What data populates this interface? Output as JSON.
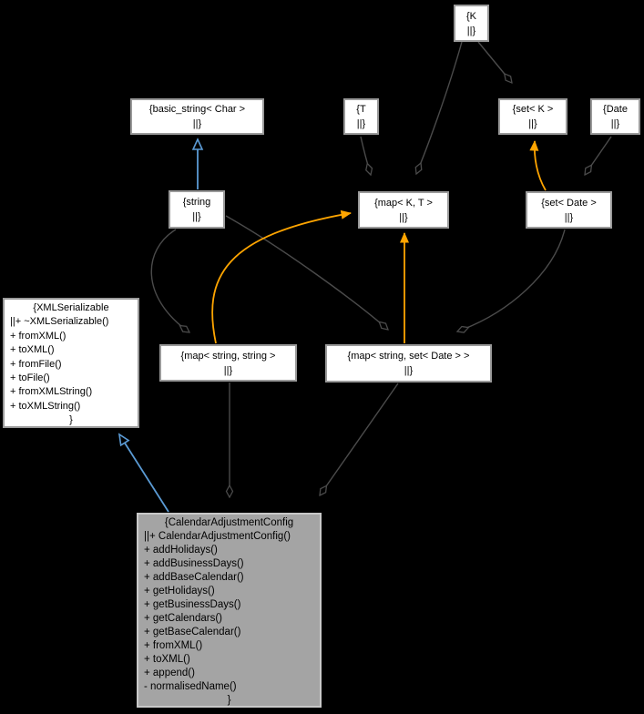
{
  "diagram": {
    "kind": "collaboration-graph",
    "colors": {
      "background": "#000000",
      "node_fill": "#ffffff",
      "node_border": "#9a9a9a",
      "main_node_fill": "#a4a4a4",
      "main_node_border": "#c8c8c8",
      "text": "#000000",
      "usage_edge": "#4b4b4b",
      "template_instantiation_edge": "#ffa500",
      "inheritance_edge": "#5b9bd5"
    },
    "nodes": {
      "k": {
        "label": "K",
        "lines": [
          "{K",
          "||}"
        ]
      },
      "basic_string": {
        "label": "basic_string< Char >",
        "lines": [
          "{basic_string< Char >",
          "||}"
        ]
      },
      "t": {
        "label": "T",
        "lines": [
          "{T",
          "||}"
        ]
      },
      "set_k": {
        "label": "set< K >",
        "lines": [
          "{set< K >",
          "||}"
        ]
      },
      "date": {
        "label": "Date",
        "lines": [
          "{Date",
          "||}"
        ]
      },
      "string": {
        "label": "string",
        "lines": [
          "{string",
          "||}"
        ]
      },
      "map_kt": {
        "label": "map< K, T >",
        "lines": [
          "{map< K, T >",
          "||}"
        ]
      },
      "set_date": {
        "label": "set< Date >",
        "lines": [
          "{set< Date >",
          "||}"
        ]
      },
      "xml": {
        "label": "XMLSerializable",
        "lines": [
          "{XMLSerializable",
          "||+ ~XMLSerializable()",
          "+ fromXML()",
          "+ toXML()",
          "+ fromFile()",
          "+ toFile()",
          "+ fromXMLString()",
          "+ toXMLString()",
          "}"
        ]
      },
      "map_ss": {
        "label": "map< string, string >",
        "lines": [
          "{map< string, string >",
          "||}"
        ]
      },
      "map_ssd": {
        "label": "map< string, set< Date > >",
        "lines": [
          "{map< string, set< Date > >",
          "||}"
        ]
      },
      "cac": {
        "label": "CalendarAdjustmentConfig",
        "lines": [
          "{CalendarAdjustmentConfig",
          "||+ CalendarAdjustmentConfig()",
          "+ addHolidays()",
          "+ addBusinessDays()",
          "+ addBaseCalendar()",
          "+ getHolidays()",
          "+ getBusinessDays()",
          "+ getCalendars()",
          "+ getBaseCalendar()",
          "+ fromXML()",
          "+ toXML()",
          "+ append()",
          "- normalisedName()",
          "}"
        ]
      }
    },
    "edges": [
      {
        "from": "K",
        "to": "map< K, T >",
        "type": "usage-aggregation"
      },
      {
        "from": "K",
        "to": "set< K >",
        "type": "usage-aggregation"
      },
      {
        "from": "T",
        "to": "map< K, T >",
        "type": "usage-aggregation"
      },
      {
        "from": "Date",
        "to": "set< Date >",
        "type": "usage-aggregation"
      },
      {
        "from": "string",
        "to": "basic_string< Char >",
        "type": "inheritance"
      },
      {
        "from": "set< Date >",
        "to": "set< K >",
        "type": "template-instantiation"
      },
      {
        "from": "map< string, string >",
        "to": "map< K, T >",
        "type": "template-instantiation"
      },
      {
        "from": "map< string, set< Date > >",
        "to": "map< K, T >",
        "type": "template-instantiation"
      },
      {
        "from": "string",
        "to": "map< string, string >",
        "type": "usage-aggregation"
      },
      {
        "from": "string",
        "to": "map< string, set< Date > >",
        "type": "usage-aggregation"
      },
      {
        "from": "set< Date >",
        "to": "map< string, set< Date > >",
        "type": "usage-aggregation"
      },
      {
        "from": "map< string, string >",
        "to": "CalendarAdjustmentConfig",
        "type": "usage-aggregation"
      },
      {
        "from": "map< string, set< Date > >",
        "to": "CalendarAdjustmentConfig",
        "type": "usage-aggregation"
      },
      {
        "from": "CalendarAdjustmentConfig",
        "to": "XMLSerializable",
        "type": "inheritance"
      }
    ]
  }
}
